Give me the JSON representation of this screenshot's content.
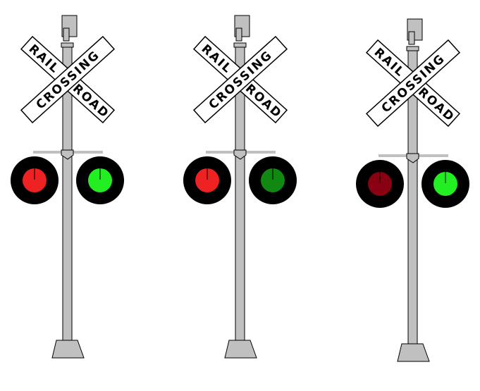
{
  "signals": [
    {
      "sign": {
        "rail": "RAIL",
        "road": "ROAD",
        "crossing": "CROSSING"
      },
      "left_light": "#ee2222",
      "right_light": "#22ee22"
    },
    {
      "sign": {
        "rail": "RAIL",
        "road": "ROAD",
        "crossing": "CROSSING"
      },
      "left_light": "#ee2222",
      "right_light": "#118811"
    },
    {
      "sign": {
        "rail": "RAIL",
        "road": "ROAD",
        "crossing": "CROSSING"
      },
      "left_light": "#880011",
      "right_light": "#22ee22"
    }
  ],
  "colors": {
    "pole": "#c0c0c0",
    "lamp_housing": "#000000",
    "sign_face": "#ffffff"
  }
}
